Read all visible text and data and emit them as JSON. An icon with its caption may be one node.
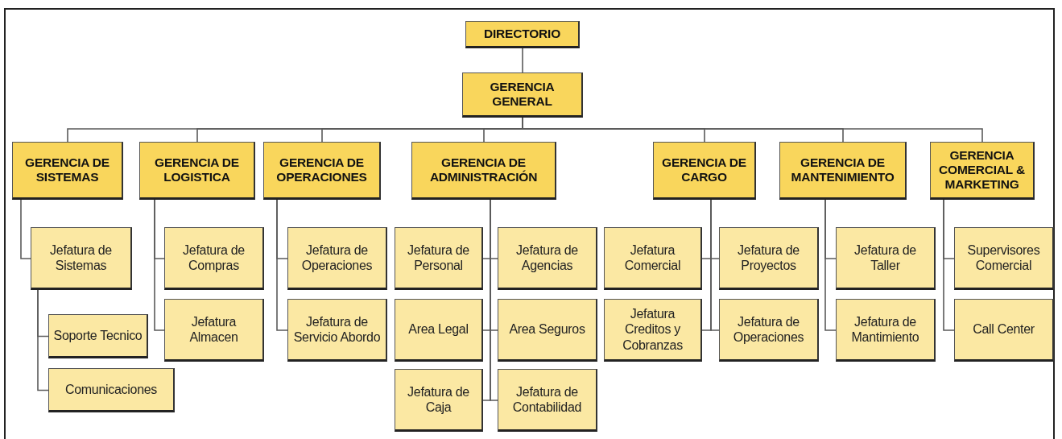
{
  "diagram": {
    "nodes": [
      {
        "text": [
          "DIRECTORIO"
        ]
      },
      {
        "text": [
          "GERENCIA GENERAL"
        ]
      },
      {
        "text": [
          "GERENCIA DE SISTEMAS"
        ]
      },
      {
        "text": [
          "GERENCIA DE LOGISTICA"
        ]
      },
      {
        "text": [
          "GERENCIA DE OPERACIONES"
        ]
      },
      {
        "text": [
          "GERENCIA DE ADMINISTRACIÓN"
        ]
      },
      {
        "text": [
          "GERENCIA DE CARGO"
        ]
      },
      {
        "text": [
          "GERENCIA DE MANTENIMIENTO"
        ]
      },
      {
        "text": [
          "GERENCIA COMERCIAL & MARKETING"
        ]
      },
      {
        "text": [
          "Jefatura de Sistemas"
        ]
      },
      {
        "text": [
          "Soporte Tecnico"
        ]
      },
      {
        "text": [
          "Comunicaciones"
        ]
      },
      {
        "text": [
          "Jefatura de Compras"
        ]
      },
      {
        "text": [
          "Jefatura Almacen"
        ]
      },
      {
        "text": [
          "Jefatura de Operaciones"
        ]
      },
      {
        "text": [
          "Jefatura de Servicio Abordo"
        ]
      },
      {
        "text": [
          "Jefatura de Personal"
        ]
      },
      {
        "text": [
          "Jefatura de Agencias"
        ]
      },
      {
        "text": [
          "Area Legal"
        ]
      },
      {
        "text": [
          "Area Seguros"
        ]
      },
      {
        "text": [
          "Jefatura de Caja"
        ]
      },
      {
        "text": [
          "Jefatura de Contabilidad"
        ]
      },
      {
        "text": [
          "Jefatura Comercial"
        ]
      },
      {
        "text": [
          "Jefatura de Proyectos"
        ]
      },
      {
        "text": [
          "Jefatura Creditos y Cobranzas"
        ]
      },
      {
        "text": [
          "Jefatura de Operaciones"
        ]
      },
      {
        "text": [
          "Jefatura de Taller"
        ]
      },
      {
        "text": [
          "Jefatura de Mantimiento"
        ]
      },
      {
        "text": [
          "Supervisores Comercial"
        ]
      },
      {
        "text": [
          "Call Center"
        ]
      }
    ],
    "edges": [
      {
        "from": 0,
        "to": 1,
        "arrow": "none"
      },
      {
        "from": 1,
        "to": 2,
        "arrow": "none"
      },
      {
        "from": 1,
        "to": 3,
        "arrow": "none"
      },
      {
        "from": 1,
        "to": 4,
        "arrow": "none"
      },
      {
        "from": 1,
        "to": 5,
        "arrow": "none"
      },
      {
        "from": 1,
        "to": 6,
        "arrow": "none"
      },
      {
        "from": 1,
        "to": 7,
        "arrow": "none"
      },
      {
        "from": 1,
        "to": 8,
        "arrow": "none"
      },
      {
        "from": 2,
        "to": 9,
        "arrow": "none"
      },
      {
        "from": 9,
        "to": 10,
        "arrow": "none"
      },
      {
        "from": 9,
        "to": 11,
        "arrow": "none"
      },
      {
        "from": 3,
        "to": 12,
        "arrow": "none"
      },
      {
        "from": 3,
        "to": 13,
        "arrow": "none"
      },
      {
        "from": 4,
        "to": 14,
        "arrow": "none"
      },
      {
        "from": 4,
        "to": 15,
        "arrow": "none"
      },
      {
        "from": 5,
        "to": 16,
        "arrow": "none"
      },
      {
        "from": 5,
        "to": 17,
        "arrow": "none"
      },
      {
        "from": 5,
        "to": 18,
        "arrow": "none"
      },
      {
        "from": 5,
        "to": 19,
        "arrow": "none"
      },
      {
        "from": 5,
        "to": 20,
        "arrow": "none"
      },
      {
        "from": 5,
        "to": 21,
        "arrow": "none"
      },
      {
        "from": 6,
        "to": 22,
        "arrow": "none"
      },
      {
        "from": 6,
        "to": 23,
        "arrow": "none"
      },
      {
        "from": 6,
        "to": 24,
        "arrow": "none"
      },
      {
        "from": 6,
        "to": 25,
        "arrow": "none"
      },
      {
        "from": 7,
        "to": 26,
        "arrow": "none"
      },
      {
        "from": 7,
        "to": 27,
        "arrow": "none"
      },
      {
        "from": 8,
        "to": 28,
        "arrow": "none"
      },
      {
        "from": 8,
        "to": 29,
        "arrow": "none"
      }
    ]
  }
}
